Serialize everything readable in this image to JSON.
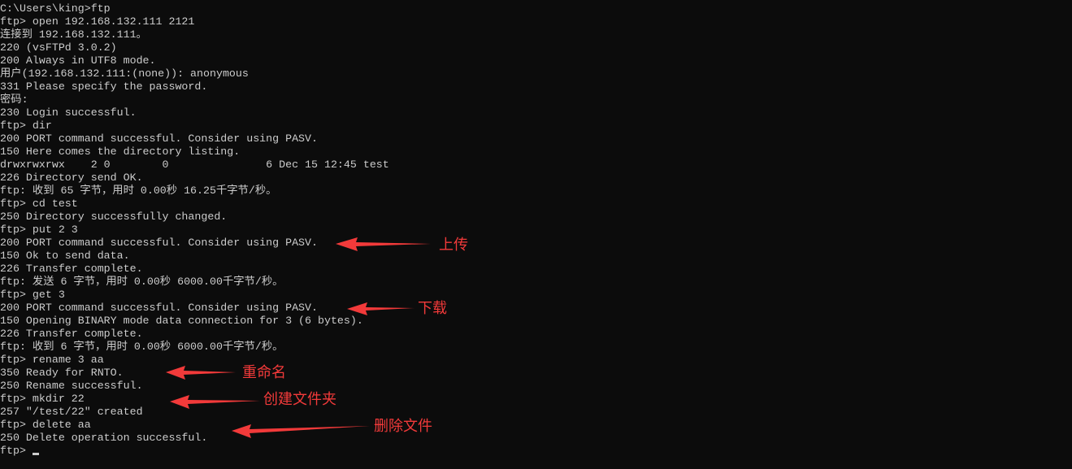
{
  "terminal": {
    "lines": [
      "C:\\Users\\king>ftp",
      "ftp> open 192.168.132.111 2121",
      "连接到 192.168.132.111。",
      "220 (vsFTPd 3.0.2)",
      "200 Always in UTF8 mode.",
      "用户(192.168.132.111:(none)): anonymous",
      "331 Please specify the password.",
      "密码:",
      "230 Login successful.",
      "ftp> dir",
      "200 PORT command successful. Consider using PASV.",
      "150 Here comes the directory listing.",
      "drwxrwxrwx    2 0        0               6 Dec 15 12:45 test",
      "226 Directory send OK.",
      "ftp: 收到 65 字节，用时 0.00秒 16.25千字节/秒。",
      "ftp> cd test",
      "250 Directory successfully changed.",
      "ftp> put 2 3",
      "200 PORT command successful. Consider using PASV.",
      "150 Ok to send data.",
      "226 Transfer complete.",
      "ftp: 发送 6 字节，用时 0.00秒 6000.00千字节/秒。",
      "ftp> get 3",
      "200 PORT command successful. Consider using PASV.",
      "150 Opening BINARY mode data connection for 3 (6 bytes).",
      "226 Transfer complete.",
      "ftp: 收到 6 字节，用时 0.00秒 6000.00千字节/秒。",
      "ftp> rename 3 aa",
      "350 Ready for RNTO.",
      "250 Rename successful.",
      "ftp> mkdir 22",
      "257 \"/test/22\" created",
      "ftp> delete aa",
      "250 Delete operation successful.",
      "ftp> "
    ]
  },
  "annotations": {
    "upload": "上传",
    "download": "下载",
    "rename": "重命名",
    "mkdir": "创建文件夹",
    "delete": "删除文件"
  },
  "colors": {
    "background": "#0c0c0c",
    "text": "#cccccc",
    "annotation": "#f23a3a"
  }
}
